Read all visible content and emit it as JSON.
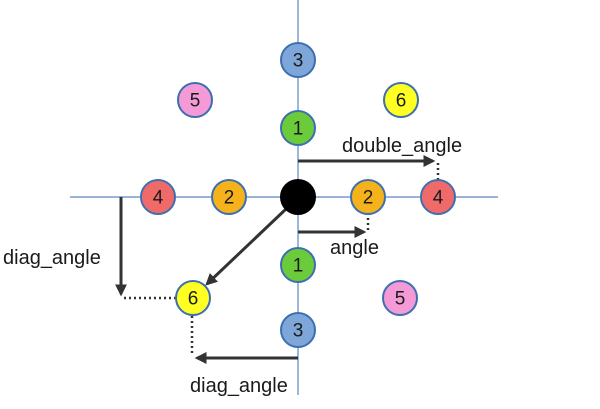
{
  "nodes": [
    {
      "id": "center",
      "label": "",
      "color": "#000000"
    },
    {
      "id": "up-3",
      "label": "3",
      "color": "#7ea6d8"
    },
    {
      "id": "up-1",
      "label": "1",
      "color": "#6ccb3a"
    },
    {
      "id": "upper-left-5",
      "label": "5",
      "color": "#f49ad6"
    },
    {
      "id": "upper-right-6",
      "label": "6",
      "color": "#ffff22"
    },
    {
      "id": "left-4",
      "label": "4",
      "color": "#f06a6a"
    },
    {
      "id": "left-2",
      "label": "2",
      "color": "#f5b21b"
    },
    {
      "id": "right-2",
      "label": "2",
      "color": "#f5b21b"
    },
    {
      "id": "right-4",
      "label": "4",
      "color": "#f06a6a"
    },
    {
      "id": "down-1",
      "label": "1",
      "color": "#6ccb3a"
    },
    {
      "id": "down-3",
      "label": "3",
      "color": "#7ea6d8"
    },
    {
      "id": "lower-right-5",
      "label": "5",
      "color": "#f49ad6"
    },
    {
      "id": "lower-left-6",
      "label": "6",
      "color": "#ffff22"
    }
  ],
  "labels": {
    "double_angle": "double_angle",
    "angle": "angle",
    "diag_angle_left": "diag_angle",
    "diag_angle_bottom": "diag_angle"
  },
  "colors": {
    "axis": "#5b87c4",
    "node_stroke": "#3d6fb0",
    "arrow": "#333333"
  }
}
